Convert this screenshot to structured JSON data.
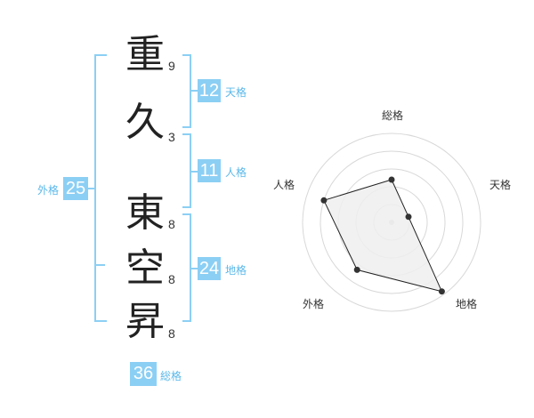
{
  "name_chars": [
    {
      "char": "重",
      "strokes": "9"
    },
    {
      "char": "久",
      "strokes": "3"
    },
    {
      "char": "東",
      "strokes": "8"
    },
    {
      "char": "空",
      "strokes": "8"
    },
    {
      "char": "昇",
      "strokes": "8"
    }
  ],
  "fortunes": {
    "tenkaku": {
      "value": "12",
      "label": "天格"
    },
    "jinkaku": {
      "value": "11",
      "label": "人格"
    },
    "chikaku": {
      "value": "24",
      "label": "地格"
    },
    "gaikaku": {
      "value": "25",
      "label": "外格"
    },
    "soukaku": {
      "value": "36",
      "label": "総格"
    }
  },
  "colors": {
    "accent": "#8ccff4",
    "accent_text": "#5bb8ea",
    "radar_fill": "#eeeeee"
  },
  "chart_data": {
    "type": "radar",
    "axes": [
      "総格",
      "天格",
      "地格",
      "外格",
      "人格"
    ],
    "values": [
      0.48,
      0.2,
      0.96,
      0.66,
      0.8
    ],
    "range": [
      0,
      1
    ],
    "rings": 5
  }
}
